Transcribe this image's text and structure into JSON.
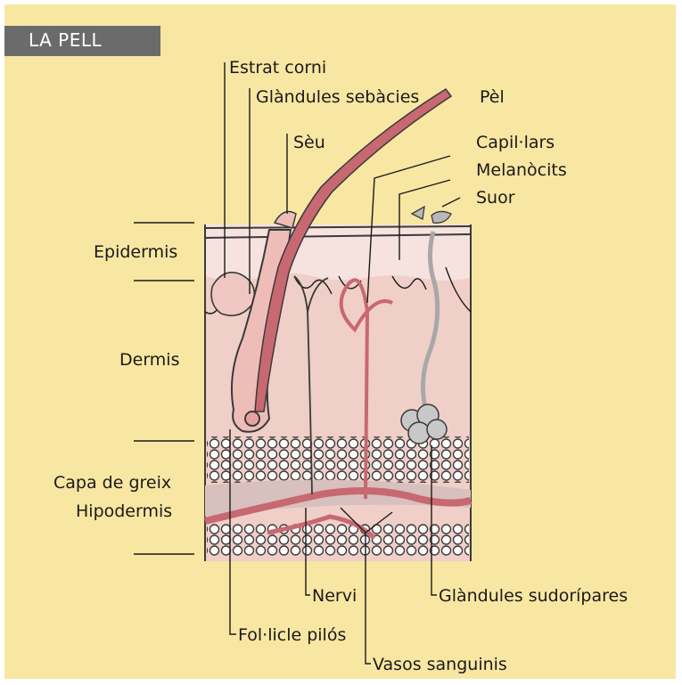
{
  "title": "LA PELL",
  "labels": {
    "estrat_corni": "Estrat corni",
    "glandules_sebacies": "Glàndules sebàcies",
    "pel": "Pèl",
    "seu": "Sèu",
    "capillars": "Capil·lars",
    "melanocits": "Melanòcits",
    "suor": "Suor",
    "epidermis": "Epidermis",
    "dermis": "Dermis",
    "capa_de_greix": "Capa de greix",
    "hipodermis": "Hipodermis",
    "nervi": "Nervi",
    "glandules_sudoripares": "Glàndules sudorípares",
    "folicle_pilos": "Fol·licle pilós",
    "vasos_sanguinis": "Vasos sanguinis"
  },
  "colors": {
    "panel_background": "#f8e6a3",
    "title_bar": "#6b6b6b",
    "dermis_tissue": "#efcfc7",
    "epidermis_tissue": "#f6e2de",
    "hair": "#c86870",
    "fat_cells": "#ffffff",
    "sweat_gland": "#c8c8c8"
  }
}
